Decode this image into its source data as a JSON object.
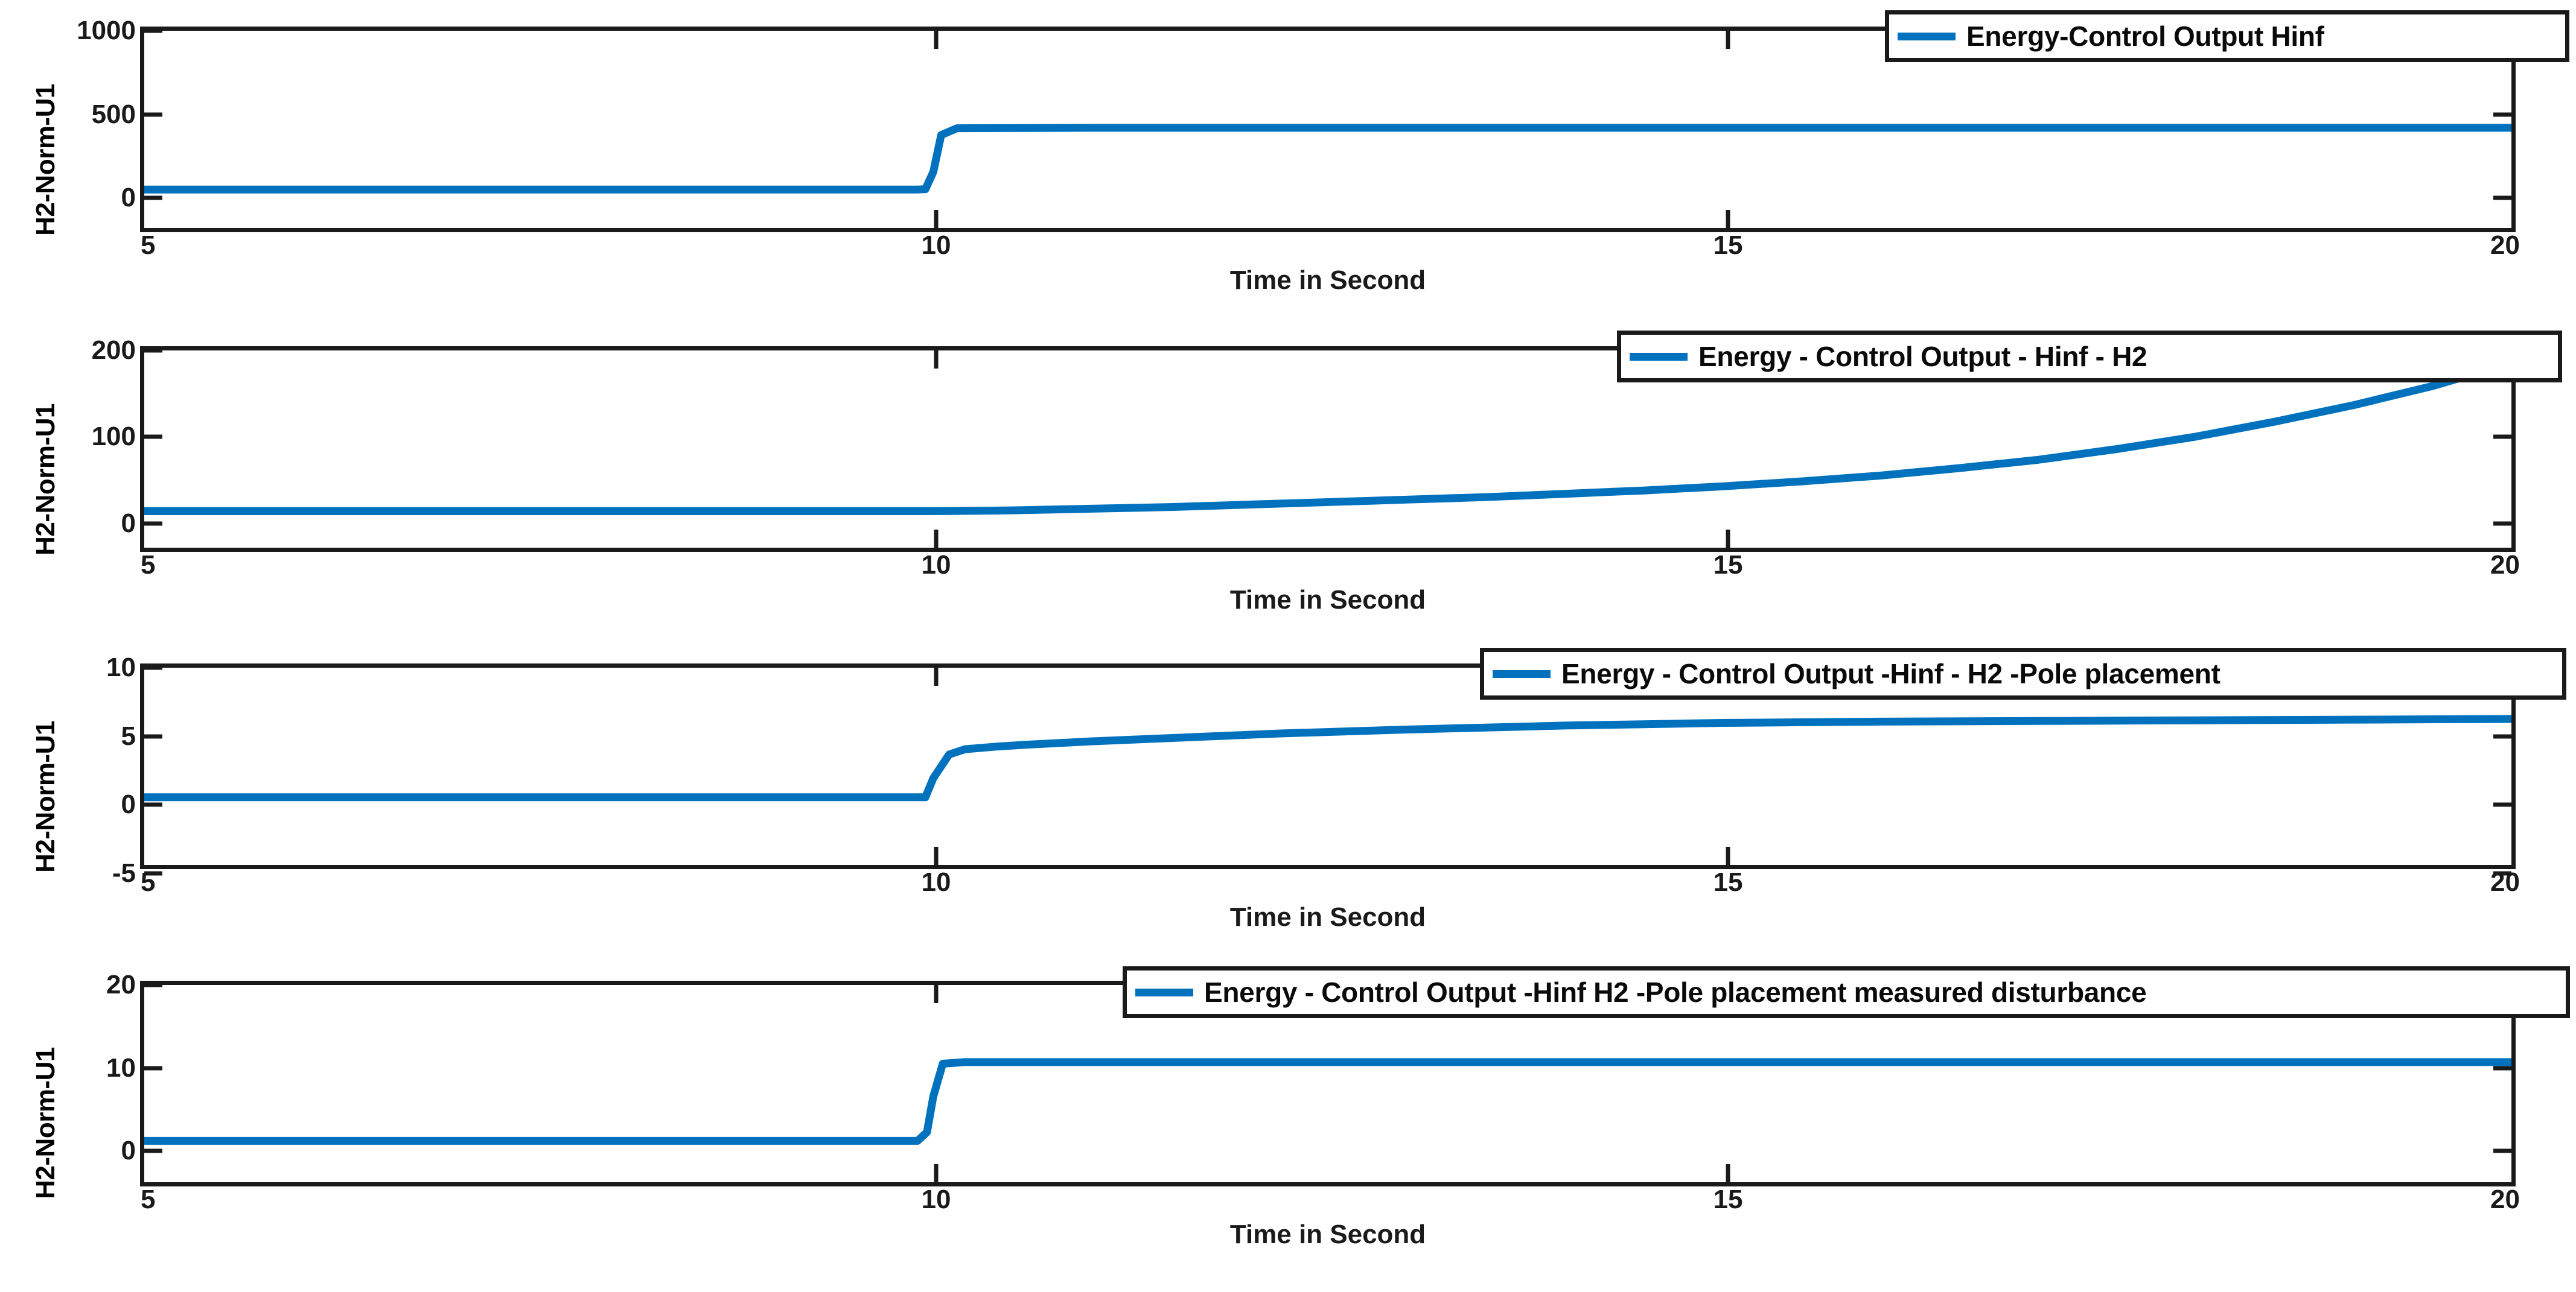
{
  "chart_data": [
    {
      "type": "line",
      "index": 0,
      "title": "",
      "xlabel": "Time in Second",
      "ylabel": "H2-Norm-U1",
      "xlim": [
        5,
        20
      ],
      "ylim": [
        -230,
        1000
      ],
      "xticks": [
        5,
        10,
        15,
        20
      ],
      "xticklabels": [
        "5",
        "10",
        "15",
        "20"
      ],
      "yticks": [
        0,
        500,
        1000
      ],
      "yticklabels": [
        "0",
        "500",
        "1000"
      ],
      "grid": false,
      "legend_position": "top-right",
      "series": [
        {
          "name": "Energy-Control Output Hinf",
          "color": "#0072BD",
          "x": [
            5,
            6,
            7,
            8,
            9,
            9.9,
            9.95,
            10.0,
            10.05,
            10.15,
            11,
            12,
            13,
            14,
            15,
            16,
            17,
            18,
            19,
            20
          ],
          "y": [
            10,
            10,
            10,
            10,
            10,
            10,
            12,
            120,
            350,
            392,
            395,
            395,
            395,
            395,
            395,
            395,
            395,
            395,
            395,
            395
          ]
        }
      ]
    },
    {
      "type": "line",
      "index": 1,
      "title": "",
      "xlabel": "Time in Second",
      "ylabel": "H2-Norm-U1",
      "xlim": [
        5,
        20
      ],
      "ylim": [
        -38,
        200
      ],
      "xticks": [
        5,
        10,
        15,
        20
      ],
      "xticklabels": [
        "5",
        "10",
        "15",
        "20"
      ],
      "yticks": [
        0,
        100,
        200
      ],
      "yticklabels": [
        "0",
        "100",
        "200"
      ],
      "grid": false,
      "legend_position": "top-right",
      "series": [
        {
          "name": "Energy - Control Output - Hinf - H2",
          "color": "#0072BD",
          "x": [
            5,
            6,
            7,
            8,
            9,
            10,
            10.5,
            11,
            11.5,
            12,
            12.5,
            13,
            13.5,
            14,
            14.5,
            15,
            15.5,
            16,
            16.5,
            17,
            17.5,
            18,
            18.5,
            19,
            19.5,
            20
          ],
          "y": [
            6,
            6,
            6,
            6,
            6,
            6,
            7,
            9,
            11,
            14,
            17,
            20,
            23,
            27,
            31,
            36,
            42,
            49,
            58,
            68,
            81,
            96,
            114,
            134,
            157,
            185
          ]
        }
      ]
    },
    {
      "type": "line",
      "index": 2,
      "title": "",
      "xlabel": "Time in Second",
      "ylabel": "H2-Norm-U1",
      "xlim": [
        5,
        20
      ],
      "ylim": [
        -5,
        10
      ],
      "xticks": [
        5,
        10,
        15,
        20
      ],
      "xticklabels": [
        "5",
        "10",
        "15",
        "20"
      ],
      "yticks": [
        -5,
        0,
        5,
        10
      ],
      "yticklabels": [
        "-5",
        "0",
        "5",
        "10"
      ],
      "grid": false,
      "legend_position": "top-right",
      "series": [
        {
          "name": "Energy - Control Output -Hinf - H2 -Pole placement",
          "color": "#0072BD",
          "x": [
            5,
            6,
            7,
            8,
            9,
            9.95,
            10.0,
            10.1,
            10.2,
            10.4,
            10.6,
            11,
            11.4,
            11.8,
            12.2,
            12.6,
            13,
            13.5,
            14,
            14.5,
            15,
            16,
            17,
            18,
            19,
            20
          ],
          "y": [
            0.15,
            0.15,
            0.15,
            0.15,
            0.15,
            0.15,
            1.6,
            3.4,
            3.8,
            4.0,
            4.15,
            4.4,
            4.6,
            4.8,
            5.0,
            5.15,
            5.3,
            5.45,
            5.6,
            5.7,
            5.8,
            5.9,
            5.95,
            6.0,
            6.05,
            6.1
          ]
        }
      ]
    },
    {
      "type": "line",
      "index": 3,
      "title": "",
      "xlabel": "Time in Second",
      "ylabel": "H2-Norm-U1",
      "xlim": [
        5,
        20
      ],
      "ylim": [
        -4.8,
        20
      ],
      "xticks": [
        5,
        10,
        15,
        20
      ],
      "xticklabels": [
        "5",
        "10",
        "15",
        "20"
      ],
      "yticks": [
        0,
        10,
        20
      ],
      "yticklabels": [
        "0",
        "10",
        "20"
      ],
      "grid": false,
      "legend_position": "top-right",
      "series": [
        {
          "name": "Energy - Control Output -Hinf H2 -Pole placement measured disturbance",
          "color": "#0072BD",
          "x": [
            5,
            6,
            7,
            8,
            9,
            9.9,
            9.96,
            10.0,
            10.06,
            10.2,
            11,
            12,
            13,
            14,
            15,
            16,
            17,
            18,
            19,
            20
          ],
          "y": [
            0.4,
            0.4,
            0.4,
            0.4,
            0.4,
            0.4,
            1.5,
            6.0,
            10.1,
            10.3,
            10.3,
            10.3,
            10.3,
            10.3,
            10.3,
            10.3,
            10.3,
            10.3,
            10.3,
            10.3
          ]
        }
      ]
    }
  ],
  "theme": {
    "line_color": "#0072BD",
    "axis_color": "#1a1a1a",
    "background": "#ffffff"
  }
}
